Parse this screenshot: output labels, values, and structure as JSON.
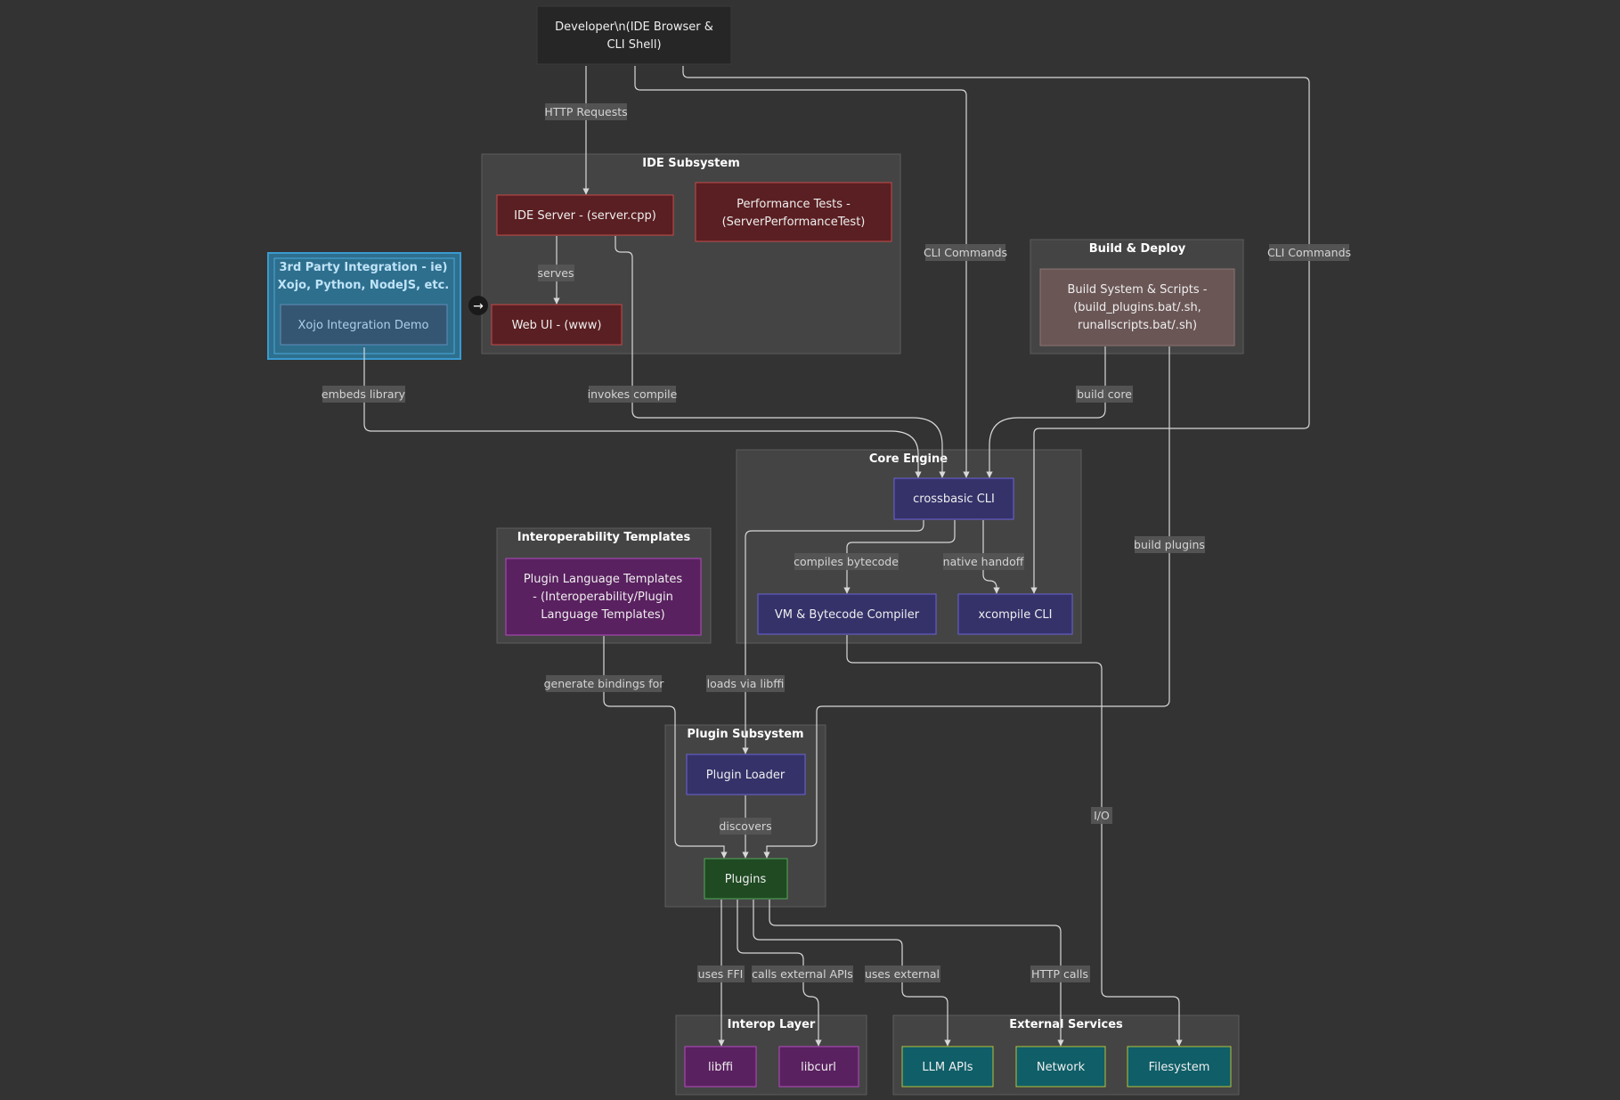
{
  "nodes": {
    "developer": {
      "lines": [
        "Developer\\n(IDE Browser &",
        "CLI Shell)"
      ]
    },
    "ide_server": {
      "lines": [
        "IDE Server - (server.cpp)"
      ]
    },
    "perf_tests": {
      "lines": [
        "Performance Tests -",
        "(ServerPerformanceTest)"
      ]
    },
    "web_ui": {
      "lines": [
        "Web UI - (www)"
      ]
    },
    "xojo_demo": {
      "lines": [
        "Xojo Integration Demo"
      ]
    },
    "build_system": {
      "lines": [
        "Build System & Scripts -",
        "(build_plugins.bat/.sh,",
        "runallscripts.bat/.sh)"
      ]
    },
    "crossbasic_cli": {
      "lines": [
        "crossbasic CLI"
      ]
    },
    "vm_compiler": {
      "lines": [
        "VM & Bytecode Compiler"
      ]
    },
    "xcompile_cli": {
      "lines": [
        "xcompile CLI"
      ]
    },
    "plugin_templates": {
      "lines": [
        "Plugin Language Templates",
        "- (Interoperability/Plugin",
        "Language Templates)"
      ]
    },
    "plugin_loader": {
      "lines": [
        "Plugin Loader"
      ]
    },
    "plugins": {
      "lines": [
        "Plugins"
      ]
    },
    "libffi": {
      "lines": [
        "libffi"
      ]
    },
    "libcurl": {
      "lines": [
        "libcurl"
      ]
    },
    "llm_apis": {
      "lines": [
        "LLM APIs"
      ]
    },
    "network": {
      "lines": [
        "Network"
      ]
    },
    "filesystem": {
      "lines": [
        "Filesystem"
      ]
    }
  },
  "clusters": {
    "ide_subsystem": {
      "title": "IDE Subsystem"
    },
    "third_party": {
      "lines": [
        "3rd Party Integration - ie)",
        "Xojo, Python, NodeJS, etc."
      ]
    },
    "build_deploy": {
      "title": "Build & Deploy"
    },
    "core_engine": {
      "title": "Core Engine"
    },
    "interop_templates": {
      "title": "Interoperability Templates"
    },
    "plugin_subsystem": {
      "title": "Plugin Subsystem"
    },
    "interop_layer": {
      "title": "Interop Layer"
    },
    "external_services": {
      "title": "External Services"
    }
  },
  "edge_labels": {
    "http_requests": "HTTP Requests",
    "cli_commands_1": "CLI Commands",
    "cli_commands_2": "CLI Commands",
    "serves": "serves",
    "embeds_library": "embeds library",
    "invokes_compile": "invokes compile",
    "build_core": "build core",
    "build_plugins": "build plugins",
    "compiles_bytecode": "compiles bytecode",
    "native_handoff": "native handoff",
    "generate_bindings": "generate bindings for",
    "loads_via_libffi": "loads via libffi",
    "discovers": "discovers",
    "io": "I/O",
    "uses_ffi": "uses FFI",
    "calls_external_apis": "calls external APIs",
    "uses_external": "uses external",
    "http_calls": "HTTP calls"
  },
  "icons": {
    "collapse_toggle": "arrow-right-icon"
  },
  "colors": {
    "background": "#333333",
    "cluster_fill": "#444444",
    "cluster_border": "#5c5c5c",
    "ide_node_fill": "#5a1f22",
    "ide_node_border": "#c84a4a",
    "core_node_fill": "#35326a",
    "core_node_border": "#6b63d8",
    "template_node_fill": "#5a2160",
    "template_node_border": "#b54cc0",
    "plugins_fill": "#1f4a22",
    "plugins_border": "#55a85a",
    "external_fill": "#0f5e68",
    "external_border": "#b5c23a",
    "third_party_fill": "#2e6f8e",
    "third_party_border": "#3a9ad0",
    "xojo_node_fill": "#355672",
    "build_node_fill": "#6a5655"
  }
}
